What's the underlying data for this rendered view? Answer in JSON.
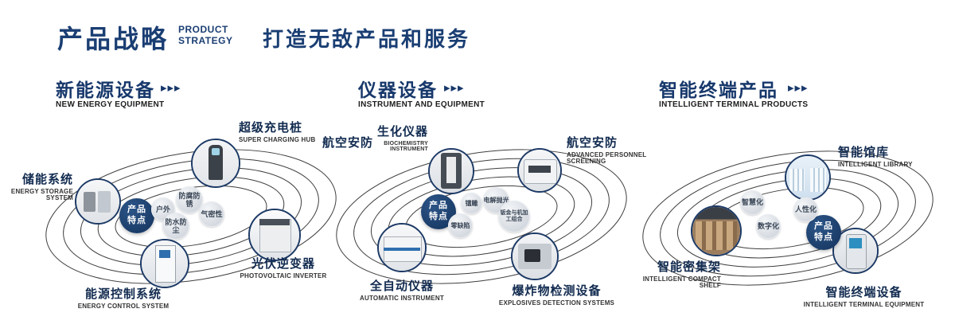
{
  "header": {
    "title_cn": "产品战略",
    "title_en_line1": "PRODUCT",
    "title_en_line2": "STRATEGY",
    "slogan": "打造无敌产品和服务"
  },
  "decor": {
    "arrows": "▸▸▸"
  },
  "sections": [
    {
      "title_cn": "新能源设备",
      "title_en": "NEW ENERGY EQUIPMENT",
      "badge_top": "产品",
      "badge_bottom": "特点",
      "features": [
        "户外",
        "防腐防锈",
        "气密性",
        "防水防尘"
      ],
      "products": [
        {
          "name_cn": "储能系统",
          "name_en": "ENERGY STORAGE SYSTEM"
        },
        {
          "name_cn": "超级充电桩",
          "name_en": "SUPER CHARGING HUB"
        },
        {
          "name_cn": "光伏逆变器",
          "name_en": "PHOTOVOLTAIC INVERTER"
        },
        {
          "name_cn": "能源控制系统",
          "name_en": "ENERGY CONTROL SYSTEM"
        }
      ]
    },
    {
      "title_cn": "仪器设备",
      "title_en": "INSTRUMENT AND EQUIPMENT",
      "badge_top": "产品",
      "badge_bottom": "特点",
      "features": [
        "镭雕",
        "电解抛光",
        "零缺陷",
        "钣金与机加工组合"
      ],
      "products": [
        {
          "name_cn": "航空安防",
          "name_en": ""
        },
        {
          "name_cn": "生化仪器",
          "name_en": "BIOCHEMISTRY INSTRUMENT"
        },
        {
          "name_cn": "航空安防",
          "name_en": "ADVANCED PERSONNEL SCREENING"
        },
        {
          "name_cn": "全自动仪器",
          "name_en": "AUTOMATIC INSTRUMENT"
        },
        {
          "name_cn": "爆炸物检测设备",
          "name_en": "EXPLOSIVES DETECTION SYSTEMS"
        }
      ]
    },
    {
      "title_cn": "智能终端产品",
      "title_en": "INTELLIGENT TERMINAL PRODUCTS",
      "badge_top": "产品",
      "badge_bottom": "特点",
      "features": [
        "智慧化",
        "人性化",
        "数字化"
      ],
      "products": [
        {
          "name_cn": "智能馆库",
          "name_en": "INTELLIGENT LIBRARY"
        },
        {
          "name_cn": "智能密集架",
          "name_en": "INTELLIGENT COMPACT SHELF"
        },
        {
          "name_cn": "智能终端设备",
          "name_en": "INTELLIGENT TERMINAL EQUIPMENT"
        }
      ]
    }
  ]
}
